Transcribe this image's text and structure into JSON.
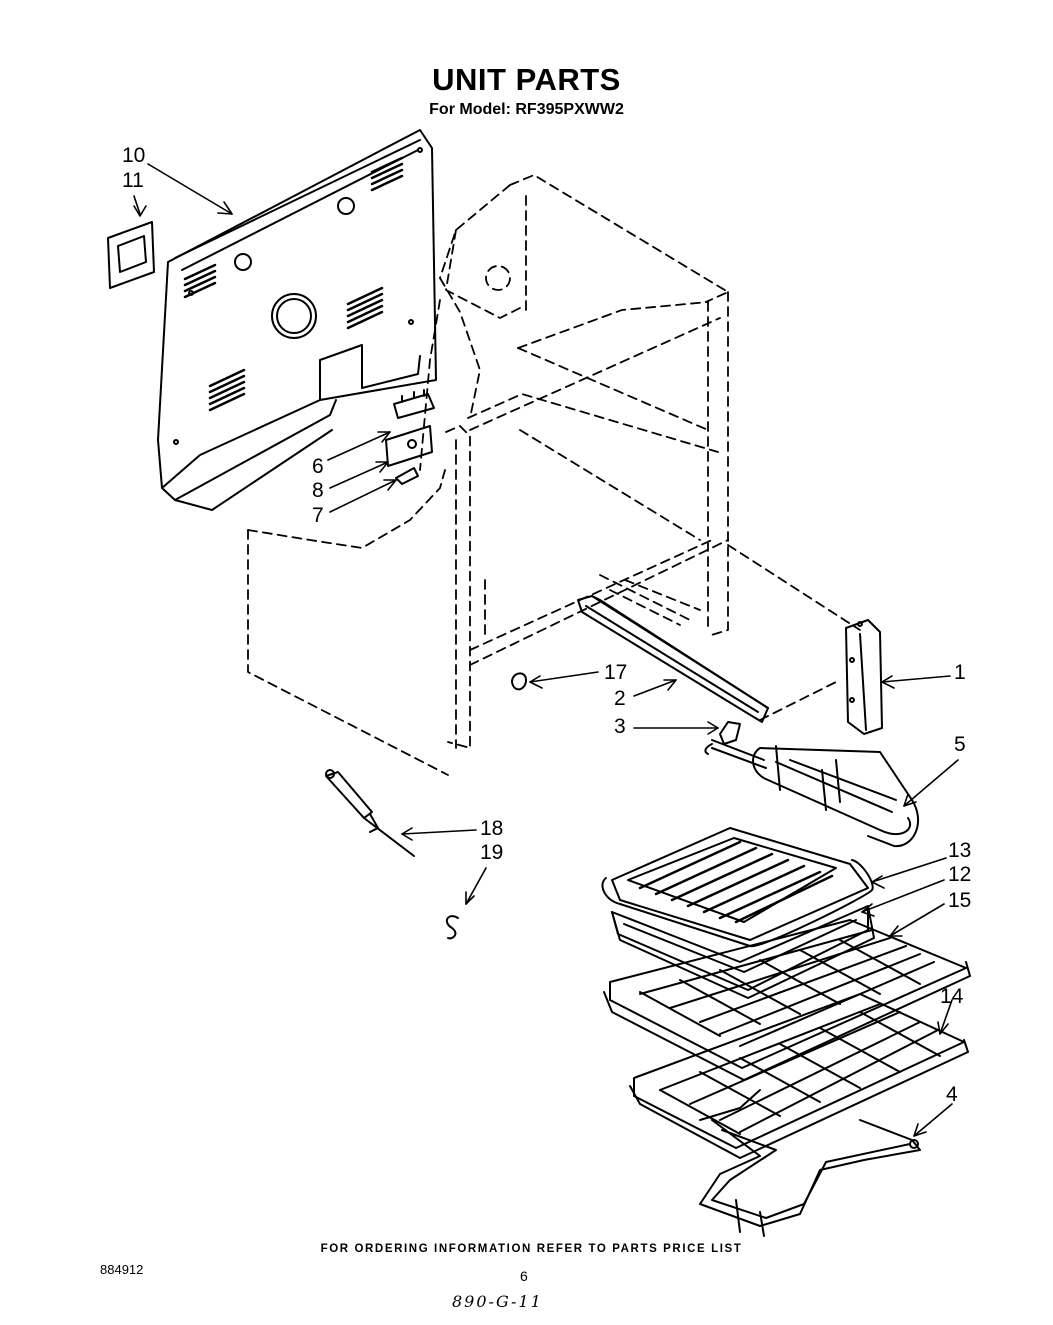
{
  "header": {
    "title": "UNIT PARTS",
    "subtitle": "For Model: RF395PXWW2"
  },
  "callouts": [
    "10",
    "11",
    "6",
    "8",
    "7",
    "17",
    "2",
    "3",
    "1",
    "5",
    "13",
    "12",
    "15",
    "14",
    "4",
    "18",
    "19"
  ],
  "footer": {
    "ordering_note": "FOR ORDERING INFORMATION REFER TO PARTS PRICE LIST",
    "doc_number": "884912",
    "page_number": "6",
    "handwritten_note": "890-G-11"
  }
}
